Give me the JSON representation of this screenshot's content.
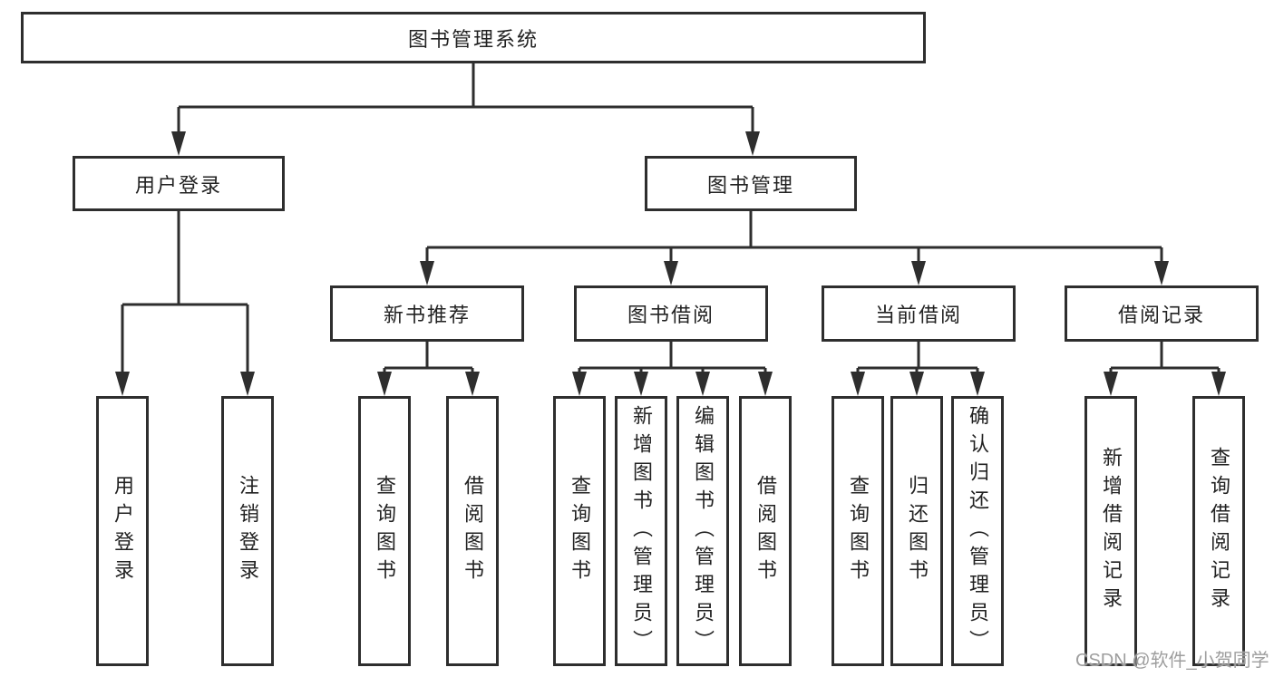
{
  "diagram": {
    "root": {
      "label": "图书管理系统",
      "children": [
        {
          "label": "用户登录",
          "children": [
            {
              "label": "用户登录"
            },
            {
              "label": "注销登录"
            }
          ]
        },
        {
          "label": "图书管理",
          "children": [
            {
              "label": "新书推荐",
              "children": [
                {
                  "label": "查询图书"
                },
                {
                  "label": "借阅图书"
                }
              ]
            },
            {
              "label": "图书借阅",
              "children": [
                {
                  "label": "查询图书"
                },
                {
                  "label": "新增图书（管理员）"
                },
                {
                  "label": "编辑图书（管理员）"
                },
                {
                  "label": "借阅图书"
                }
              ]
            },
            {
              "label": "当前借阅",
              "children": [
                {
                  "label": "查询图书"
                },
                {
                  "label": "归还图书"
                },
                {
                  "label": "确认归还（管理员）"
                }
              ]
            },
            {
              "label": "借阅记录",
              "children": [
                {
                  "label": "新增借阅记录"
                },
                {
                  "label": "查询借阅记录"
                }
              ]
            }
          ]
        }
      ]
    }
  },
  "watermark": {
    "text": "CSDN @软件_小贺同学"
  },
  "colors": {
    "line": "#2e2e2e",
    "text": "#222222",
    "watermark": "#9e9e9e",
    "background": "#ffffff"
  }
}
